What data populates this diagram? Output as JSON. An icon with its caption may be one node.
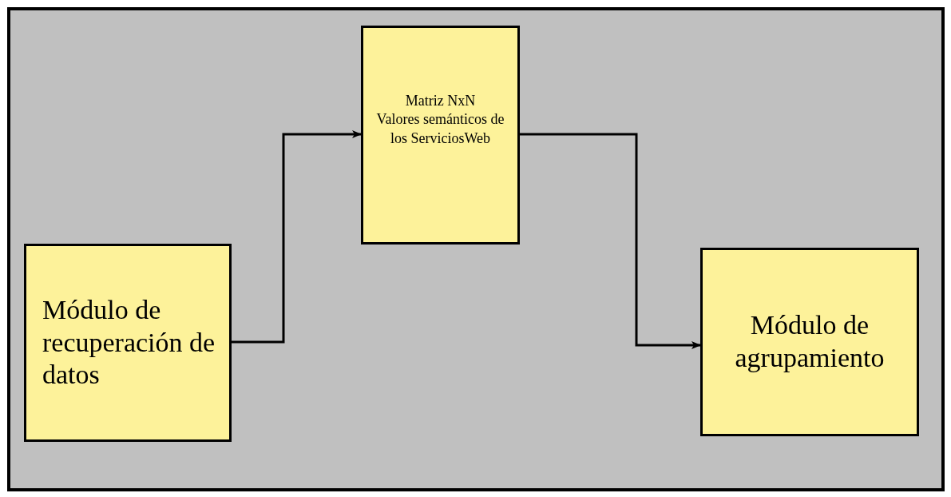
{
  "diagram": {
    "nodes": [
      {
        "text": [
          "Módulo de recuperación de datos"
        ]
      },
      {
        "text": [
          "Matriz NxN",
          "Valores semánticos de los ServiciosWeb"
        ]
      },
      {
        "text": [
          "Módulo de agrupamiento"
        ]
      }
    ],
    "edges": [
      {
        "from": 0,
        "to": 1,
        "arrow": "to"
      },
      {
        "from": 1,
        "to": 2,
        "arrow": "to"
      }
    ]
  }
}
